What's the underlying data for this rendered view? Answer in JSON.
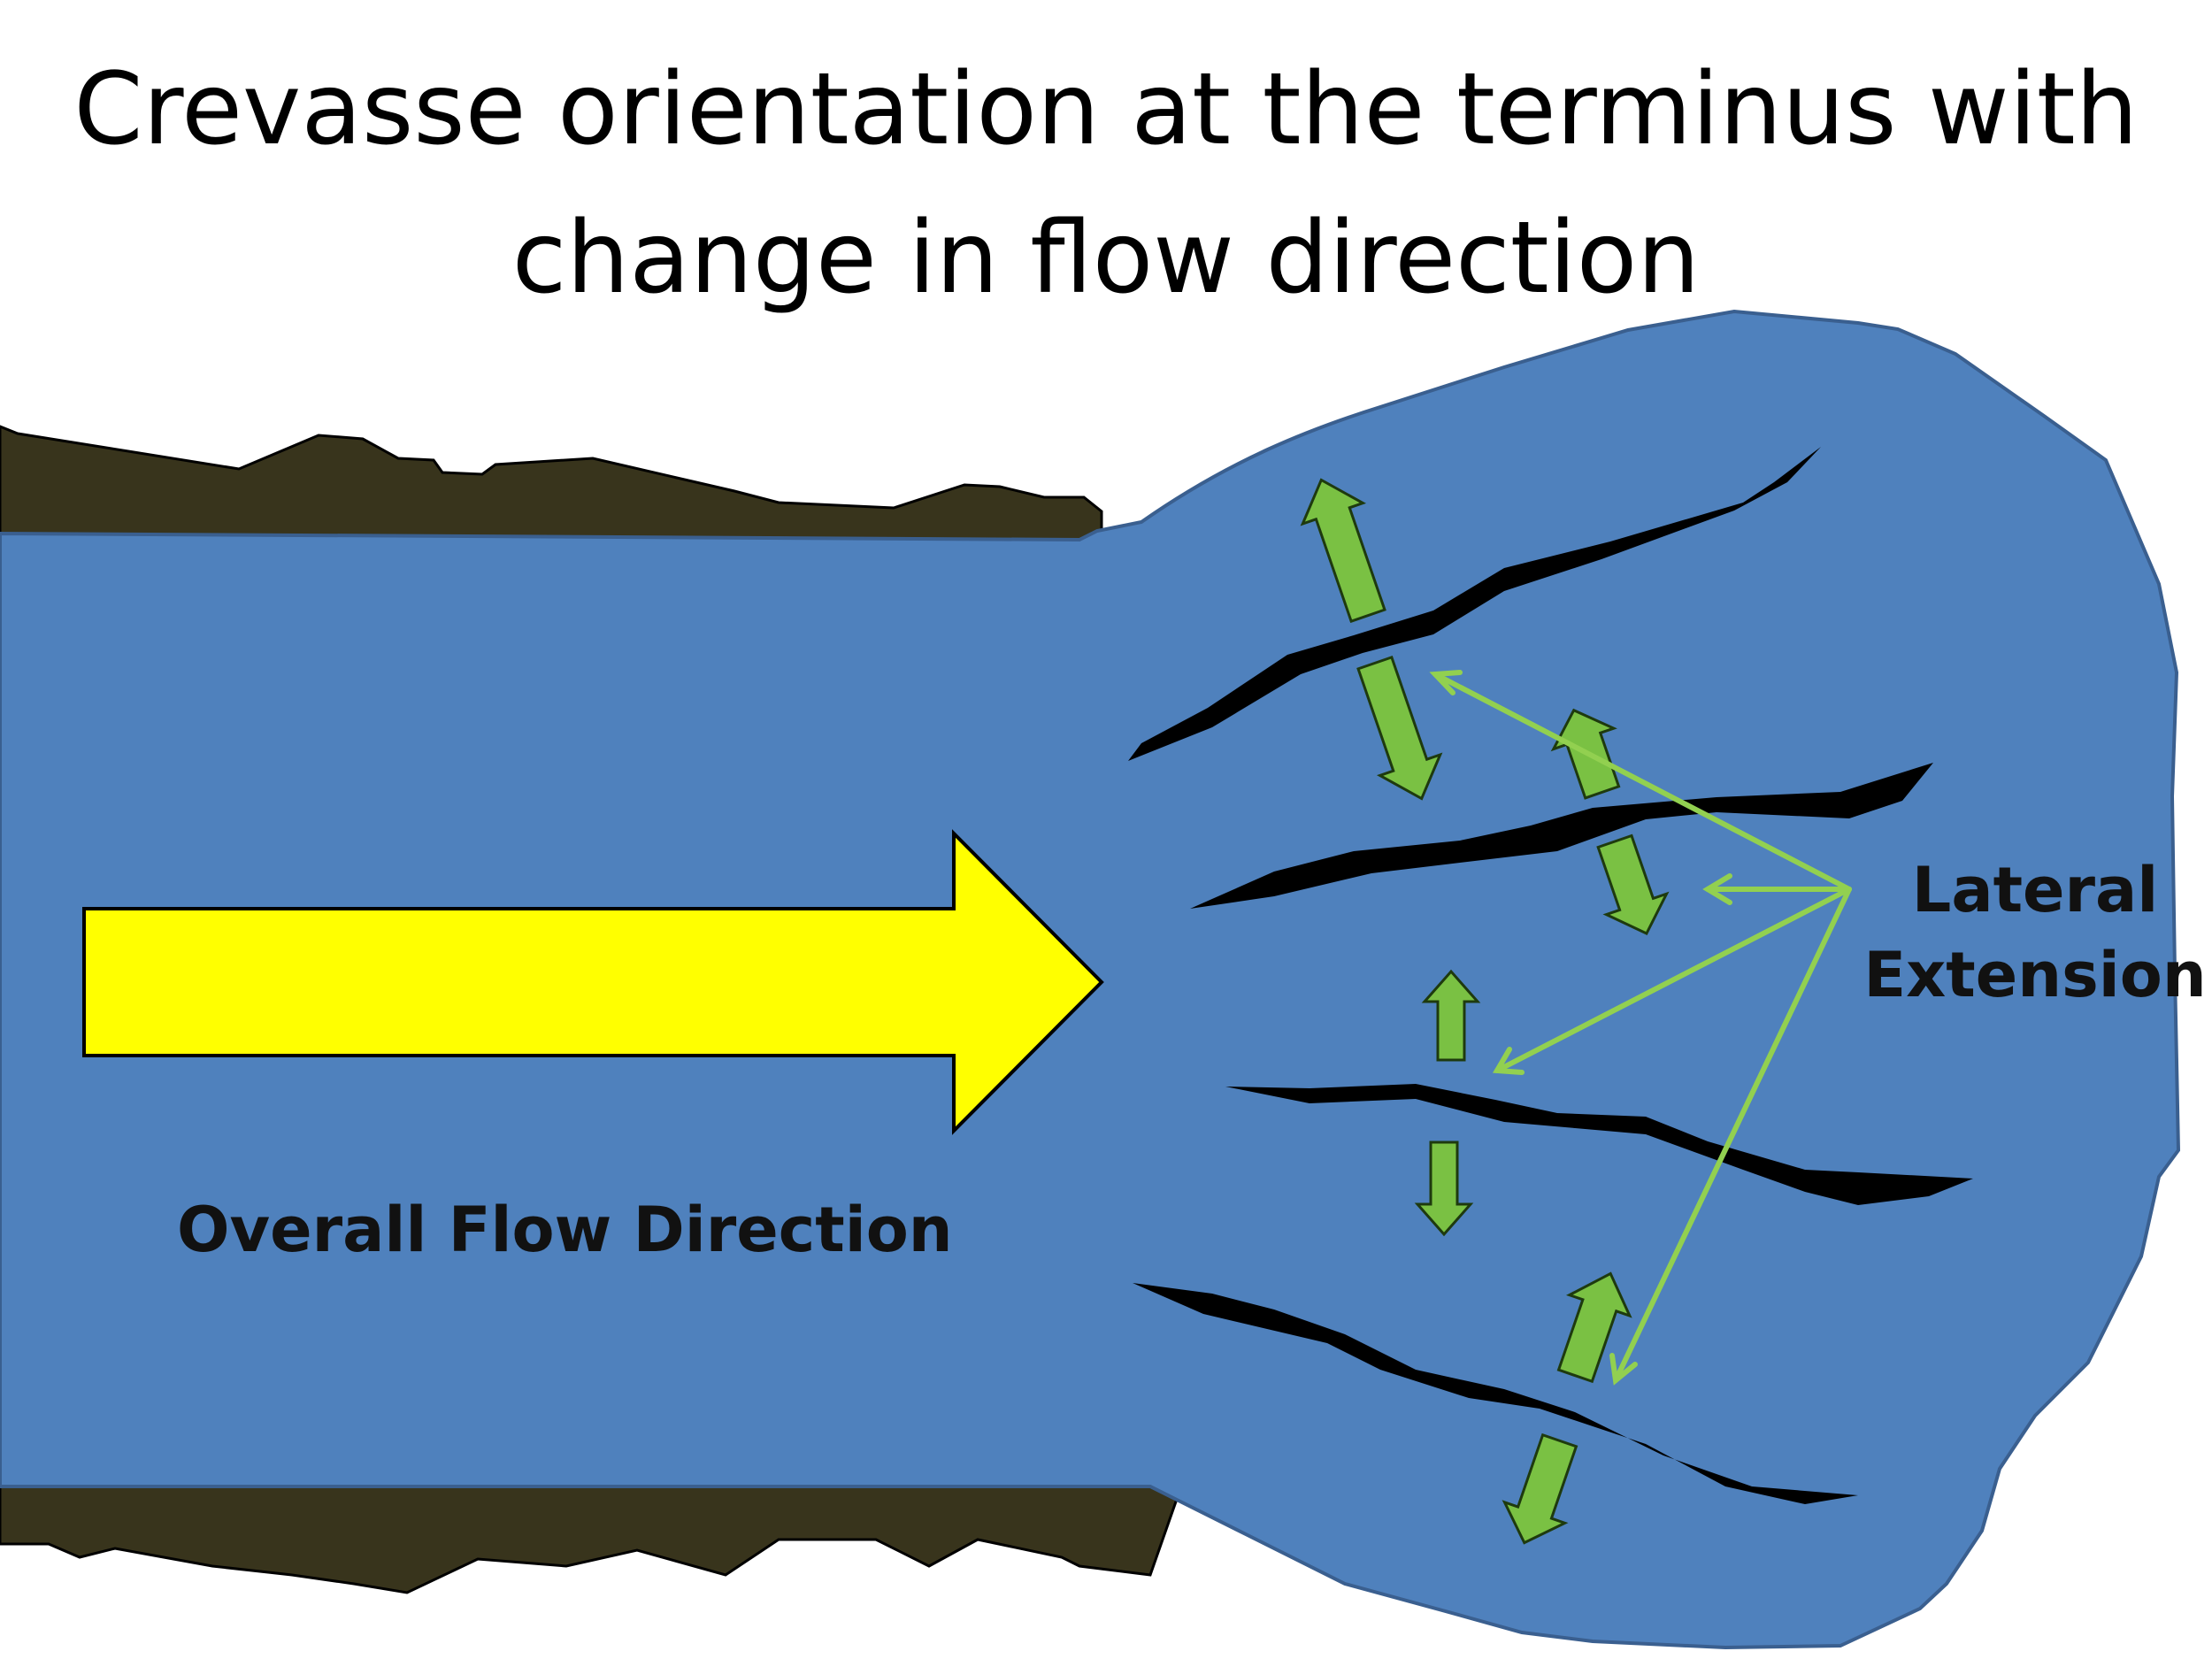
{
  "title": {
    "line1": "Crevasse orientation at the terminus with",
    "line2": "change in flow direction"
  },
  "labels": {
    "overall_flow": "Overall Flow Direction",
    "lateral_line1": "Lateral",
    "lateral_line2": "Extension"
  },
  "colors": {
    "glacier_ice": "#4f81bd",
    "glacier_outline": "#3a5f8f",
    "valley_rock": "#38341c",
    "flow_arrow": "#ffff00",
    "extension_arrow": "#7ac143",
    "pointer_line": "#92d050",
    "crevasse": "#000000"
  }
}
